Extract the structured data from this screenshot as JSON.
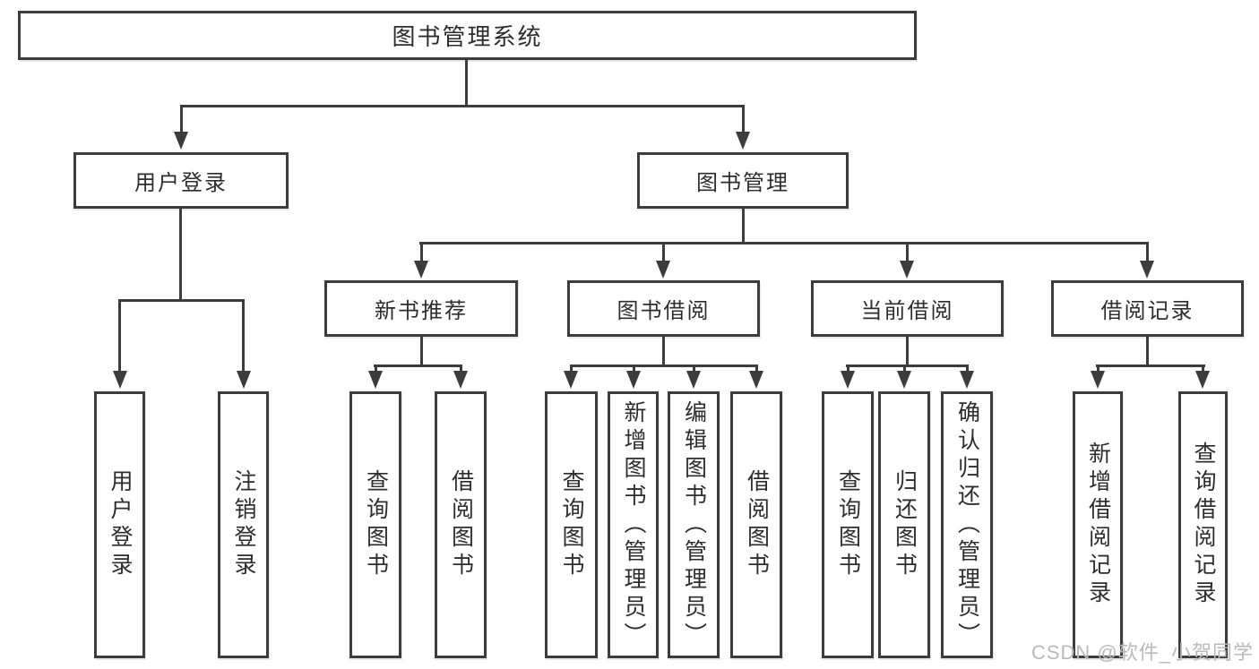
{
  "diagram": {
    "root": {
      "label": "图书管理系统"
    },
    "level2": {
      "user_login": {
        "label": "用户登录"
      },
      "book_mgmt": {
        "label": "图书管理"
      }
    },
    "level3": {
      "new_books": {
        "label": "新书推荐"
      },
      "borrowing": {
        "label": "图书借阅"
      },
      "current": {
        "label": "当前借阅"
      },
      "records": {
        "label": "借阅记录"
      }
    },
    "leaves": {
      "user_login_leaf": "用户登录",
      "logout": "注销登录",
      "query_book_new": "查询图书",
      "borrow_book_new": "借阅图书",
      "query_book_borrow": "查询图书",
      "add_book": "新增图书（管理员）",
      "edit_book": "编辑图书（管理员）",
      "borrow_book_borrow": "借阅图书",
      "query_book_current": "查询图书",
      "return_book": "归还图书",
      "confirm_return": "确认归还（管理员）",
      "add_borrow_record": "新增借阅记录",
      "query_borrow_record": "查询借阅记录"
    },
    "watermark": "CSDN @软件_小贺同学",
    "colors": {
      "line": "#3c3c3c",
      "text": "#2d2d2d",
      "watermark": "#b9b9b9",
      "background": "#ffffff"
    }
  }
}
